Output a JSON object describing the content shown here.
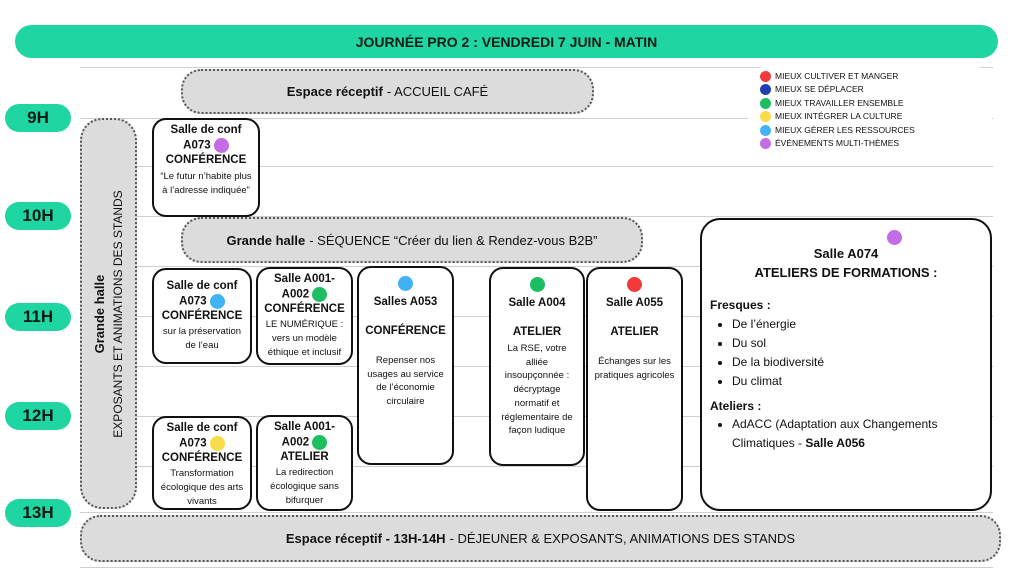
{
  "header": {
    "title": "JOURNÉE PRO 2 : VENDREDI 7 JUIN - MATIN"
  },
  "times": [
    "9H",
    "10H",
    "11H",
    "12H",
    "13H"
  ],
  "colors": {
    "accent": "#1fd6a2",
    "red": "#f23a3a",
    "blue": "#1f3fb3",
    "green": "#1dbe61",
    "yellow": "#f8dc4a",
    "cyan": "#41b3f5",
    "purple": "#c46be6"
  },
  "legend": [
    {
      "label": "MIEUX CULTIVER ET MANGER",
      "color": "#f23a3a"
    },
    {
      "label": "MIEUX SE DÉPLACER",
      "color": "#1f3fb3"
    },
    {
      "label": "MIEUX TRAVAILLER ENSEMBLE",
      "color": "#1dbe61"
    },
    {
      "label": "MIEUX INTÉGRER LA CULTURE",
      "color": "#f8dc4a"
    },
    {
      "label": "MIEUX GÉRER LES RESSOURCES",
      "color": "#41b3f5"
    },
    {
      "label": "ÉVÉNEMENTS MULTI-THÈMES",
      "color": "#c46be6"
    }
  ],
  "pills": {
    "accueil": {
      "bold": "Espace réceptif",
      "rest": "- ACCUEIL CAFÉ"
    },
    "sequence": {
      "bold": "Grande halle",
      "rest": "- SÉQUENCE “Créer du lien & Rendez-vous B2B”"
    },
    "dejeuner": {
      "bold": "Espace réceptif - 13H-14H",
      "rest": "- DÉJEUNER & EXPOSANTS, ANIMATIONS DES STANDS"
    }
  },
  "vertical": {
    "title": "Grande halle",
    "subtitle": "EXPOSANTS ET ANIMATIONS DES STANDS"
  },
  "cards": {
    "c1": {
      "room1": "Salle de conf",
      "room2": "A073",
      "type": "CONFÉRENCE",
      "desc": "“Le futur n’habite plus à l’adresse indiquée”",
      "color": "#c46be6"
    },
    "c2": {
      "room1": "Salle de conf",
      "room2": "A073",
      "type": "CONFÉRENCE",
      "desc": "sur la préservation de l’eau",
      "color": "#41b3f5"
    },
    "c3": {
      "room1": "Salle A001-",
      "room2": "A002",
      "type": "CONFÉRENCE",
      "desc": "LE NUMÉRIQUE : vers un modèle éthique et inclusif",
      "color": "#1dbe61"
    },
    "c4": {
      "room": "Salles A053",
      "type": "CONFÉRENCE",
      "desc": "Repenser nos usages au service de l’économie circulaire",
      "color": "#41b3f5"
    },
    "c5": {
      "room": "Salle A004",
      "type": "ATELIER",
      "desc": "La RSE, votre alliée insoupçonnée : décryptage normatif et réglementaire de façon ludique",
      "color": "#1dbe61"
    },
    "c6": {
      "room": "Salle A055",
      "type": "ATELIER",
      "desc": "Échanges sur les pratiques agricoles",
      "color": "#f23a3a"
    },
    "c7": {
      "room1": "Salle de conf",
      "room2": "A073",
      "type": "CONFÉRENCE",
      "desc": "Transformation écologique des arts vivants",
      "color": "#f8dc4a"
    },
    "c8": {
      "room1": "Salle A001-",
      "room2": "A002",
      "type": "ATELIER",
      "desc": "La redirection écologique sans bifurquer",
      "color": "#1dbe61"
    }
  },
  "big": {
    "room": "Salle A074",
    "title": "ATELIERS DE FORMATIONS :",
    "section1": "Fresques :",
    "fresques": [
      "De l’énergie",
      "Du sol",
      "De la biodiversité",
      "Du climat"
    ],
    "section2": "Ateliers :",
    "atelier_text": "AdACC (Adaptation aux Changements Climatiques -",
    "atelier_room": "Salle A056",
    "color": "#c46be6"
  }
}
